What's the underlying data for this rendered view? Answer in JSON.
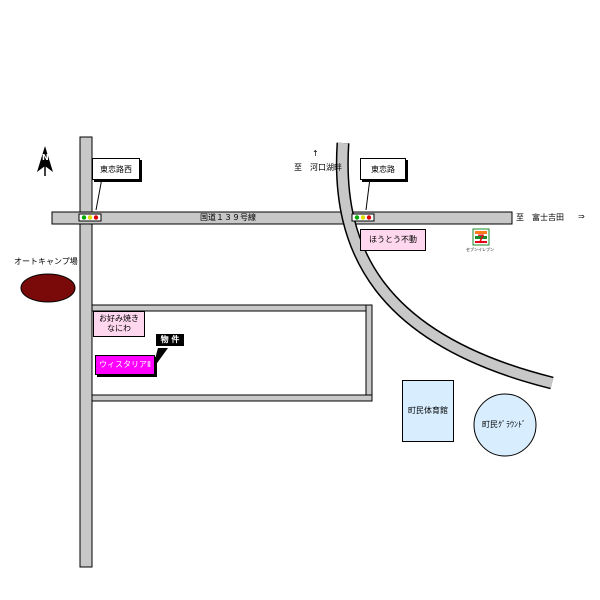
{
  "map": {
    "north_label": "N",
    "signal_west_label": "東恋路西",
    "signal_east_label": "東恋路",
    "north_destination": "至　河口湖畔",
    "route_label": "国道１３９号線",
    "east_destination": "至　富士吉田",
    "east_arrow": "⇒",
    "north_arrow": "↑",
    "camp_label": "オートキャンプ場",
    "realtor_label": "ほうとう不動",
    "store_caption": "セブンイレブン",
    "store_logo_text": "7",
    "okonomi_label": "お好み焼き\nなにわ",
    "property_tag": "物 件",
    "property_label": "ウィスタリアⅡ",
    "gym_label": "町民体育館",
    "ground_label": "町民ｸﾞﾗｳﾝﾄﾞ"
  },
  "colors": {
    "road": "#c8c8c8",
    "camp": "#7a0a0a",
    "realtor_bg": "#ffd8f0",
    "okonomi_bg": "#ffd8f0",
    "property_bg": "#ff00ff",
    "gym_bg": "#d8eeff",
    "ground_bg": "#d8eeff",
    "store_green": "#1a8a2a",
    "store_orange": "#ff7a1a",
    "store_red": "#e60012"
  }
}
